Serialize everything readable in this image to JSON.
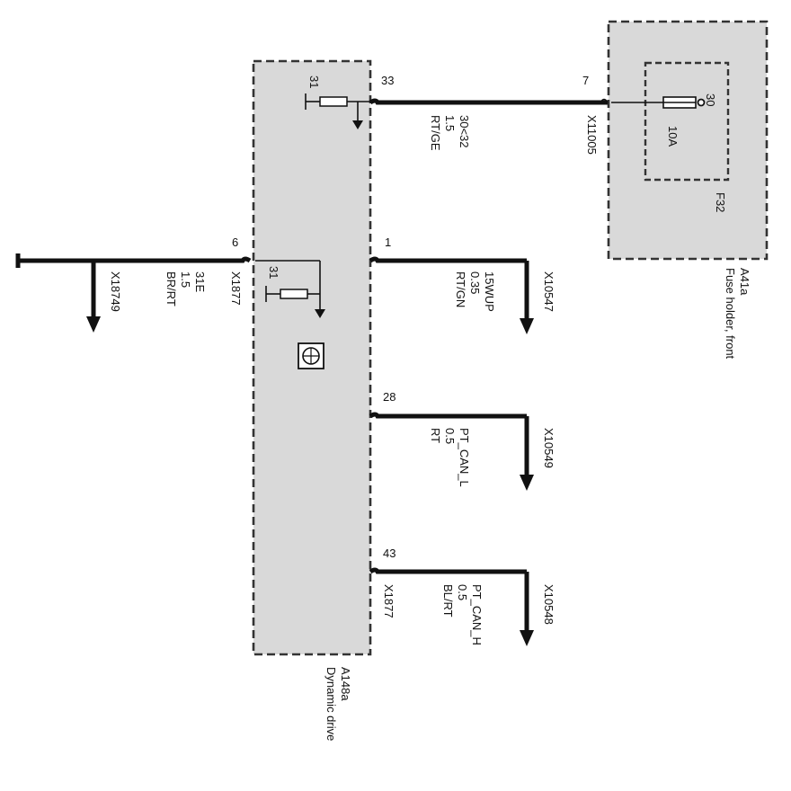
{
  "modules": {
    "dynamic_drive": {
      "id": "A148a",
      "name": "Dynamic drive"
    },
    "fuse_holder": {
      "id": "A41a",
      "name": "Fuse holder, front"
    }
  },
  "fuse": {
    "id": "F32",
    "rating": "10A",
    "terminal": "30"
  },
  "ground_symbols": {
    "label": "31"
  },
  "pins": {
    "p33": "33",
    "p1": "1",
    "p28": "28",
    "p43": "43",
    "p6": "6",
    "p7": "7"
  },
  "wires": {
    "w33": {
      "signal": "30<32",
      "size": "1.5",
      "color": "RT/GE"
    },
    "w1": {
      "signal": "15WUP",
      "size": "0.35",
      "color": "RT/GN",
      "connector": "X10547"
    },
    "w28": {
      "signal": "PT_CAN_L",
      "size": "0.5",
      "color": "RT",
      "connector": "X10549"
    },
    "w43": {
      "signal": "PT_CAN_H",
      "size": "0.5",
      "color": "BL/RT",
      "connector": "X10548",
      "plug": "X1877"
    },
    "w6": {
      "signal": "31E",
      "size": "1.5",
      "color": "BR/RT",
      "connector": "X18749",
      "plug": "X1877"
    },
    "w7": {
      "plug": "X11005"
    }
  }
}
